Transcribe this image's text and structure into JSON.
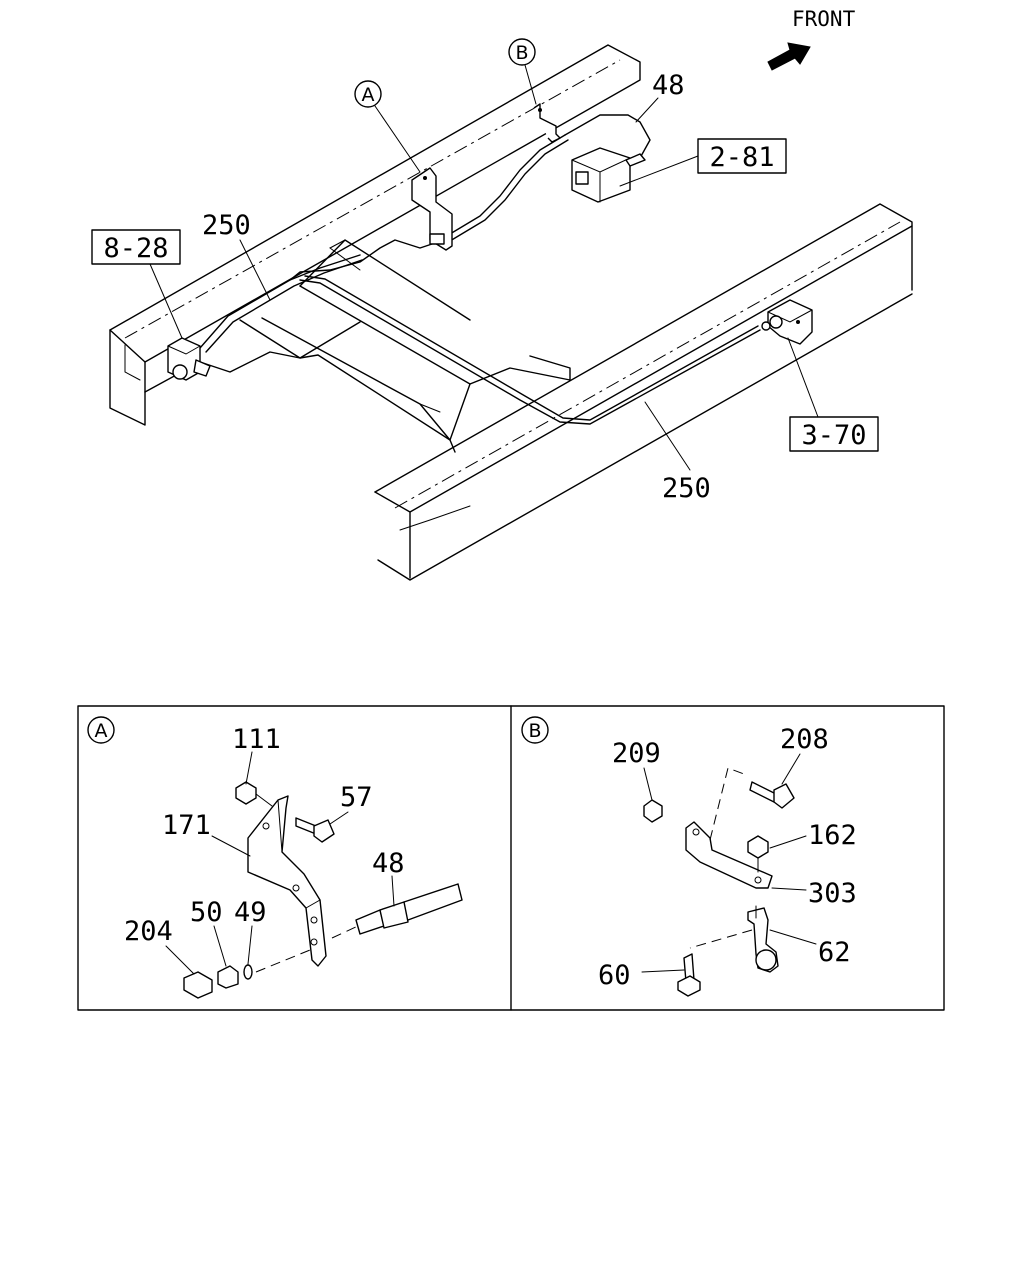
{
  "direction": {
    "label": "FRONT"
  },
  "main_view": {
    "detail_marks": {
      "a": "A",
      "b": "B"
    },
    "part_numbers": {
      "pipe_top": "48",
      "pipe_left": "250",
      "pipe_right": "250"
    },
    "reference_boxes": {
      "left": "8-28",
      "top_right": "2-81",
      "bottom_right": "3-70"
    }
  },
  "detail_a": {
    "marker": "A",
    "parts": {
      "nut_top": "111",
      "bolt": "57",
      "bracket": "171",
      "pipe": "48",
      "union": "204",
      "nut": "50",
      "washer": "49"
    }
  },
  "detail_b": {
    "marker": "B",
    "parts": {
      "nut_left": "209",
      "bolt_top": "208",
      "nut_right": "162",
      "bracket": "303",
      "clip": "62",
      "bolt_bottom": "60"
    }
  }
}
